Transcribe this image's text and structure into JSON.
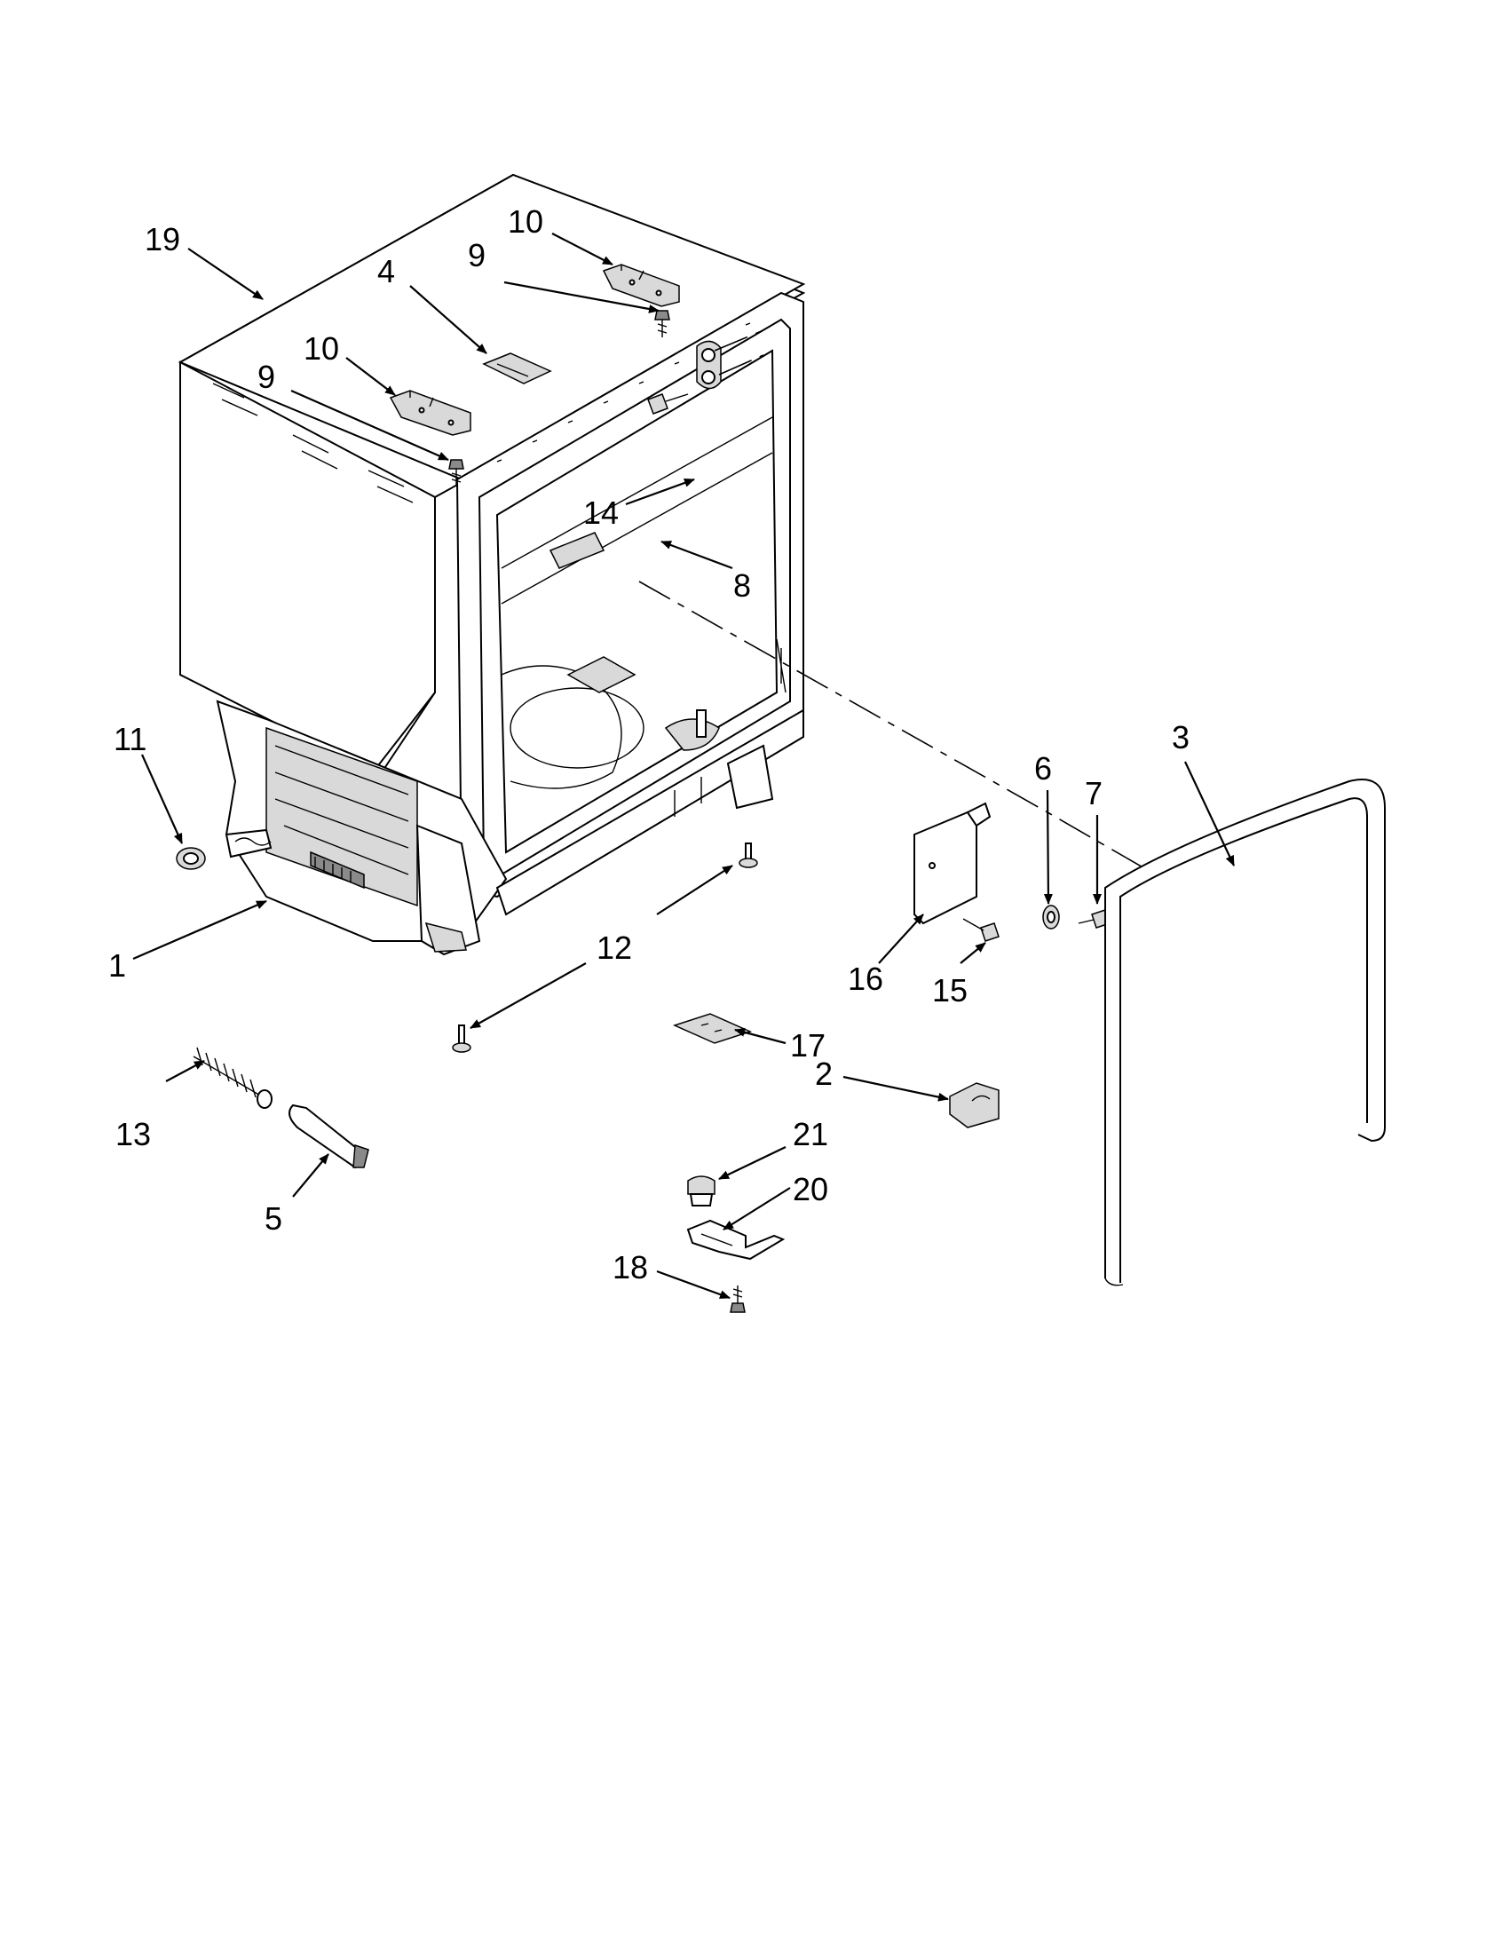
{
  "callouts": {
    "c1": "1",
    "c2": "2",
    "c3": "3",
    "c4": "4",
    "c5": "5",
    "c6": "6",
    "c7": "7",
    "c8": "8",
    "c9a": "9",
    "c9b": "9",
    "c10a": "10",
    "c10b": "10",
    "c11": "11",
    "c12": "12",
    "c13": "13",
    "c14": "14",
    "c15": "15",
    "c16": "16",
    "c17": "17",
    "c18": "18",
    "c19": "19",
    "c20": "20",
    "c21": "21"
  }
}
